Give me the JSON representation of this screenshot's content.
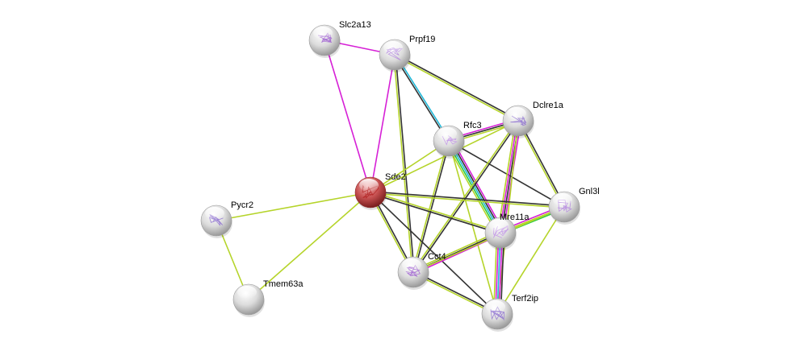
{
  "title": "Protein interaction network",
  "colors": {
    "magenta": "#d620d6",
    "dark": "#333333",
    "yellowgreen": "#b5d42a",
    "cyan": "#20b8d8",
    "green": "#2ecc40",
    "query_node": "#c44040",
    "node": "#d8d8d8"
  },
  "nodes": [
    {
      "id": "Slc2a13",
      "label": "Slc2a13",
      "query": false,
      "structure": true
    },
    {
      "id": "Prpf19",
      "label": "Prpf19",
      "query": false,
      "structure": true
    },
    {
      "id": "Dclre1a",
      "label": "Dclre1a",
      "query": false,
      "structure": true
    },
    {
      "id": "Rfc3",
      "label": "Rfc3",
      "query": false,
      "structure": true
    },
    {
      "id": "Sde2",
      "label": "Sde2",
      "query": true,
      "structure": true
    },
    {
      "id": "Gnl3l",
      "label": "Gnl3l",
      "query": false,
      "structure": true
    },
    {
      "id": "Pycr2",
      "label": "Pycr2",
      "query": false,
      "structure": true
    },
    {
      "id": "Mre11a",
      "label": "Mre11a",
      "query": false,
      "structure": true
    },
    {
      "id": "Cct4",
      "label": "Cct4",
      "query": false,
      "structure": true
    },
    {
      "id": "Tmem63a",
      "label": "Tmem63a",
      "query": false,
      "structure": false
    },
    {
      "id": "Terf2ip",
      "label": "Terf2ip",
      "query": false,
      "structure": true
    }
  ],
  "edges": [
    {
      "a": "Slc2a13",
      "b": "Prpf19",
      "types": [
        "magenta"
      ]
    },
    {
      "a": "Slc2a13",
      "b": "Sde2",
      "types": [
        "magenta"
      ]
    },
    {
      "a": "Prpf19",
      "b": "Sde2",
      "types": [
        "magenta"
      ]
    },
    {
      "a": "Prpf19",
      "b": "Cct4",
      "types": [
        "dark",
        "yellowgreen"
      ]
    },
    {
      "a": "Prpf19",
      "b": "Rfc3",
      "types": [
        "cyan",
        "dark"
      ]
    },
    {
      "a": "Prpf19",
      "b": "Dclre1a",
      "types": [
        "dark",
        "yellowgreen"
      ]
    },
    {
      "a": "Rfc3",
      "b": "Dclre1a",
      "types": [
        "magenta",
        "dark",
        "yellowgreen"
      ]
    },
    {
      "a": "Rfc3",
      "b": "Mre11a",
      "types": [
        "magenta",
        "dark",
        "cyan",
        "green",
        "yellowgreen"
      ]
    },
    {
      "a": "Rfc3",
      "b": "Sde2",
      "types": [
        "yellowgreen"
      ]
    },
    {
      "a": "Rfc3",
      "b": "Cct4",
      "types": [
        "dark",
        "yellowgreen"
      ]
    },
    {
      "a": "Rfc3",
      "b": "Gnl3l",
      "types": [
        "dark"
      ]
    },
    {
      "a": "Rfc3",
      "b": "Terf2ip",
      "types": [
        "yellowgreen"
      ]
    },
    {
      "a": "Dclre1a",
      "b": "Mre11a",
      "types": [
        "magenta",
        "dark",
        "magenta",
        "yellowgreen"
      ]
    },
    {
      "a": "Dclre1a",
      "b": "Sde2",
      "types": [
        "yellowgreen"
      ]
    },
    {
      "a": "Dclre1a",
      "b": "Cct4",
      "types": [
        "dark",
        "yellowgreen"
      ]
    },
    {
      "a": "Dclre1a",
      "b": "Gnl3l",
      "types": [
        "dark",
        "yellowgreen"
      ]
    },
    {
      "a": "Dclre1a",
      "b": "Terf2ip",
      "types": [
        "yellowgreen"
      ]
    },
    {
      "a": "Sde2",
      "b": "Gnl3l",
      "types": [
        "dark",
        "yellowgreen"
      ]
    },
    {
      "a": "Sde2",
      "b": "Mre11a",
      "types": [
        "yellowgreen",
        "dark"
      ]
    },
    {
      "a": "Sde2",
      "b": "Cct4",
      "types": [
        "dark",
        "yellowgreen"
      ]
    },
    {
      "a": "Sde2",
      "b": "Terf2ip",
      "types": [
        "dark"
      ]
    },
    {
      "a": "Sde2",
      "b": "Pycr2",
      "types": [
        "yellowgreen"
      ]
    },
    {
      "a": "Sde2",
      "b": "Tmem63a",
      "types": [
        "yellowgreen"
      ]
    },
    {
      "a": "Pycr2",
      "b": "Tmem63a",
      "types": [
        "yellowgreen"
      ]
    },
    {
      "a": "Mre11a",
      "b": "Gnl3l",
      "types": [
        "magenta",
        "yellowgreen",
        "green"
      ]
    },
    {
      "a": "Mre11a",
      "b": "Cct4",
      "types": [
        "magenta",
        "dark",
        "yellowgreen"
      ]
    },
    {
      "a": "Mre11a",
      "b": "Terf2ip",
      "types": [
        "dark",
        "magenta",
        "cyan",
        "magenta",
        "yellowgreen"
      ]
    },
    {
      "a": "Cct4",
      "b": "Terf2ip",
      "types": [
        "dark",
        "yellowgreen"
      ]
    },
    {
      "a": "Gnl3l",
      "b": "Terf2ip",
      "types": [
        "yellowgreen"
      ]
    },
    {
      "a": "Gnl3l",
      "b": "Cct4",
      "types": [
        "yellowgreen"
      ]
    }
  ]
}
